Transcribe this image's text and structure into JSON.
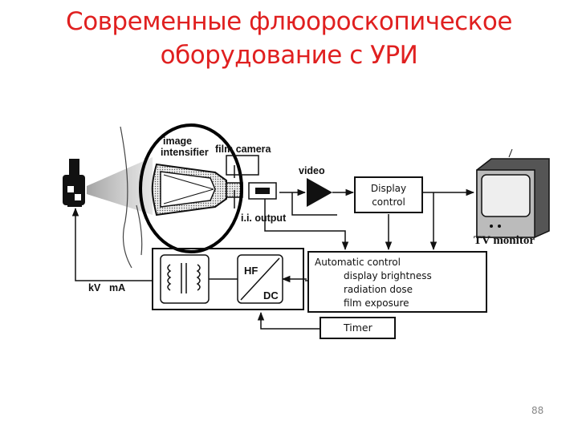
{
  "slide": {
    "title": "Современные флюороскопическое оборудование с УРИ",
    "page_number": "88"
  },
  "diagram": {
    "labels": {
      "image_intensifier_line1": "image",
      "image_intensifier_line2": "intensifier",
      "film_camera": "film camera",
      "video": "video",
      "ii_output": "i.i. output",
      "kv": "kV",
      "ma": "mA",
      "hf": "HF",
      "dc": "DC",
      "tv_monitor": "TV monitor"
    },
    "display_control": {
      "line1": "Display",
      "line2": "control"
    },
    "automatic_control": {
      "heading": "Automatic control",
      "items": [
        "display brightness",
        "radiation dose",
        "film exposure"
      ]
    },
    "timer": "Timer"
  }
}
